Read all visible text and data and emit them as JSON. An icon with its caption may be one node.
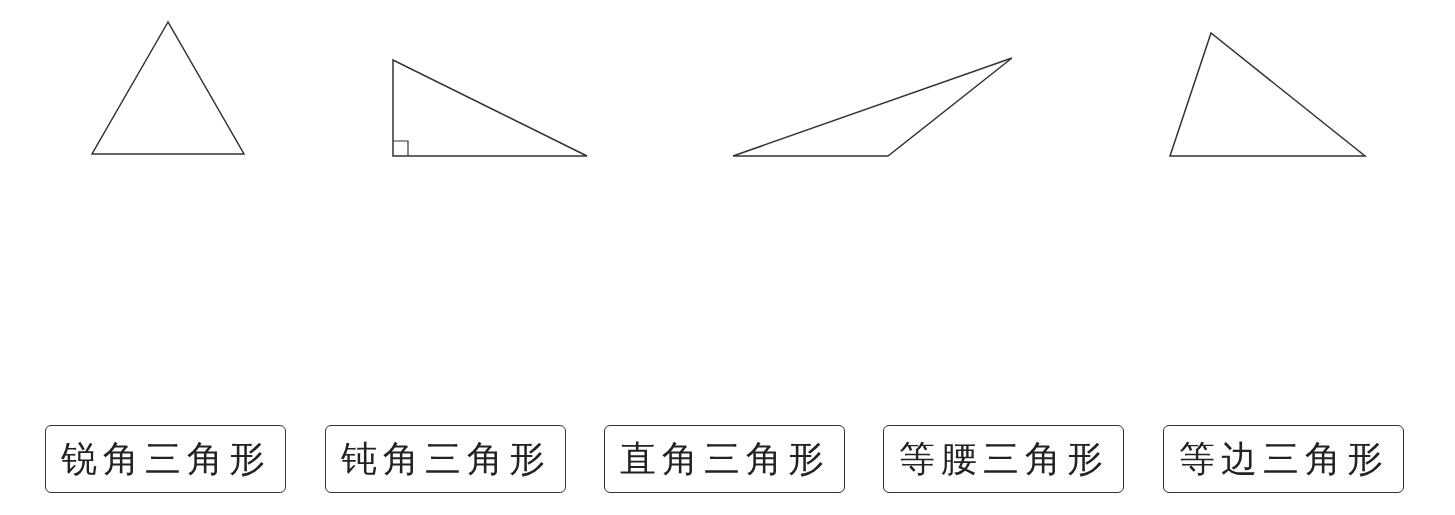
{
  "diagram": {
    "nodes": [
      {
        "text": [],
        "shape": "triangle"
      },
      {
        "text": [],
        "shape": "triangle"
      },
      {
        "text": [],
        "shape": "triangle"
      },
      {
        "text": [],
        "shape": "triangle"
      },
      {
        "text": [
          "锐角三角形"
        ]
      },
      {
        "text": [
          "钝角三角形"
        ]
      },
      {
        "text": [
          "直角三角形"
        ]
      },
      {
        "text": [
          "等腰三角形"
        ]
      },
      {
        "text": [
          "等边三角形"
        ]
      }
    ]
  }
}
